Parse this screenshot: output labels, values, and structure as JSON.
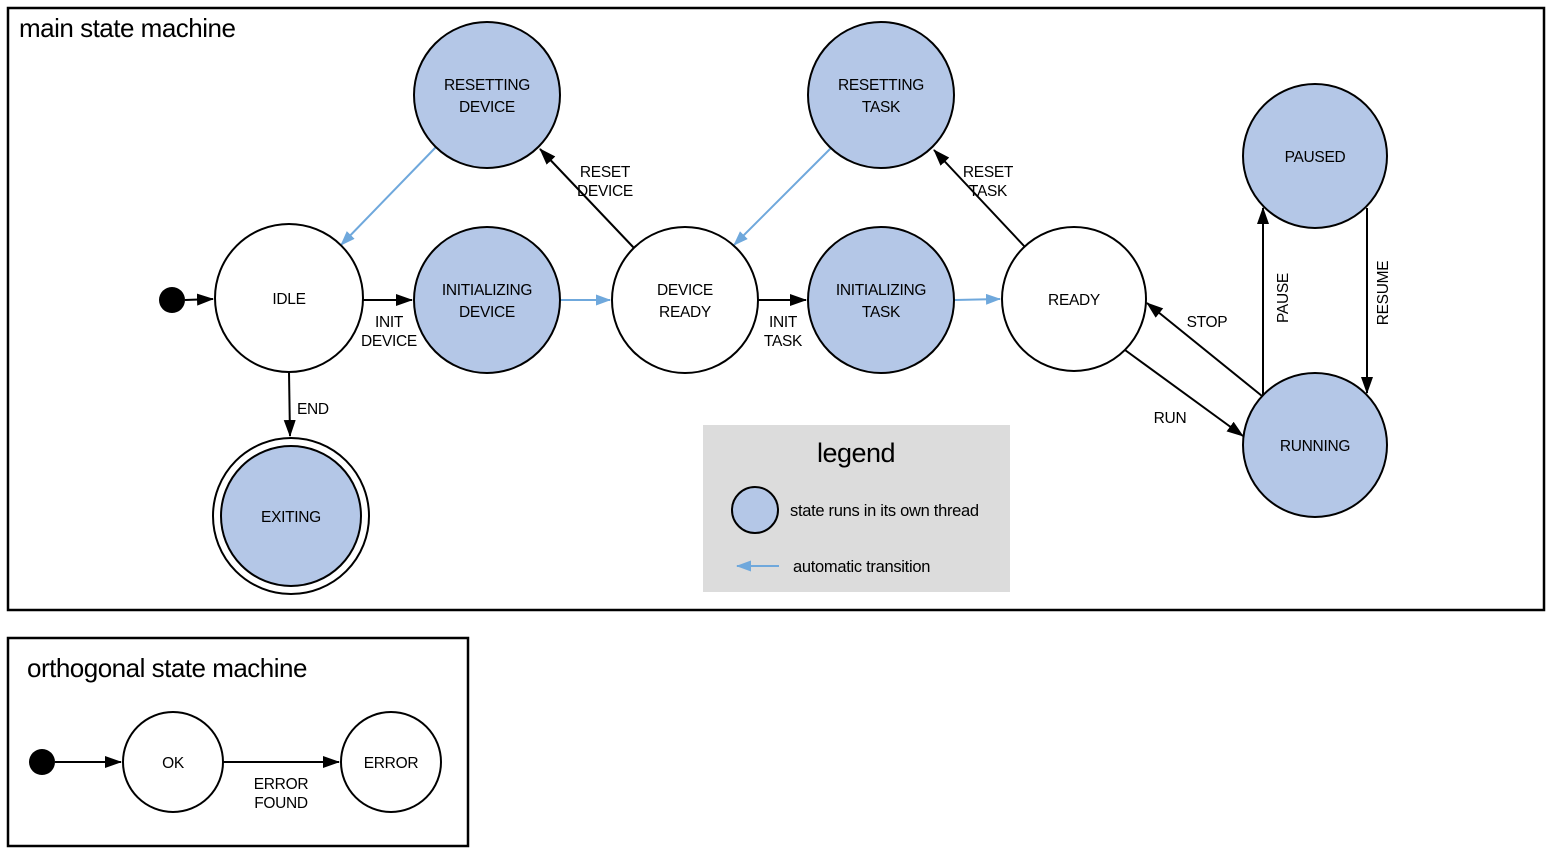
{
  "colors": {
    "background": "#ffffff",
    "stroke": "#000000",
    "threadFill": "#b4c7e7",
    "autoArrow": "#6fa8dc",
    "legendBg": "#dcdcdc"
  },
  "main": {
    "title": "main state machine",
    "states": {
      "idle": {
        "label": "IDLE"
      },
      "resetting_device": {
        "line1": "RESETTING",
        "line2": "DEVICE"
      },
      "initializing_device": {
        "line1": "INITIALIZING",
        "line2": "DEVICE"
      },
      "device_ready": {
        "line1": "DEVICE",
        "line2": "READY"
      },
      "resetting_task": {
        "line1": "RESETTING",
        "line2": "TASK"
      },
      "initializing_task": {
        "line1": "INITIALIZING",
        "line2": "TASK"
      },
      "ready": {
        "label": "READY"
      },
      "paused": {
        "label": "PAUSED"
      },
      "running": {
        "label": "RUNNING"
      },
      "exiting": {
        "label": "EXITING"
      }
    },
    "transitions": {
      "init_device": {
        "line1": "INIT",
        "line2": "DEVICE"
      },
      "reset_device": {
        "line1": "RESET",
        "line2": "DEVICE"
      },
      "init_task": {
        "line1": "INIT",
        "line2": "TASK"
      },
      "reset_task": {
        "line1": "RESET",
        "line2": "TASK"
      },
      "run": {
        "label": "RUN"
      },
      "stop": {
        "label": "STOP"
      },
      "pause": {
        "label": "PAUSE"
      },
      "resume": {
        "label": "RESUME"
      },
      "end": {
        "label": "END"
      }
    }
  },
  "legend": {
    "title": "legend",
    "thread_item": "state runs in its own thread",
    "auto_item": "automatic transition"
  },
  "orthogonal": {
    "title": "orthogonal state machine",
    "states": {
      "ok": {
        "label": "OK"
      },
      "error": {
        "label": "ERROR"
      }
    },
    "transitions": {
      "error_found": {
        "line1": "ERROR",
        "line2": "FOUND"
      }
    }
  }
}
